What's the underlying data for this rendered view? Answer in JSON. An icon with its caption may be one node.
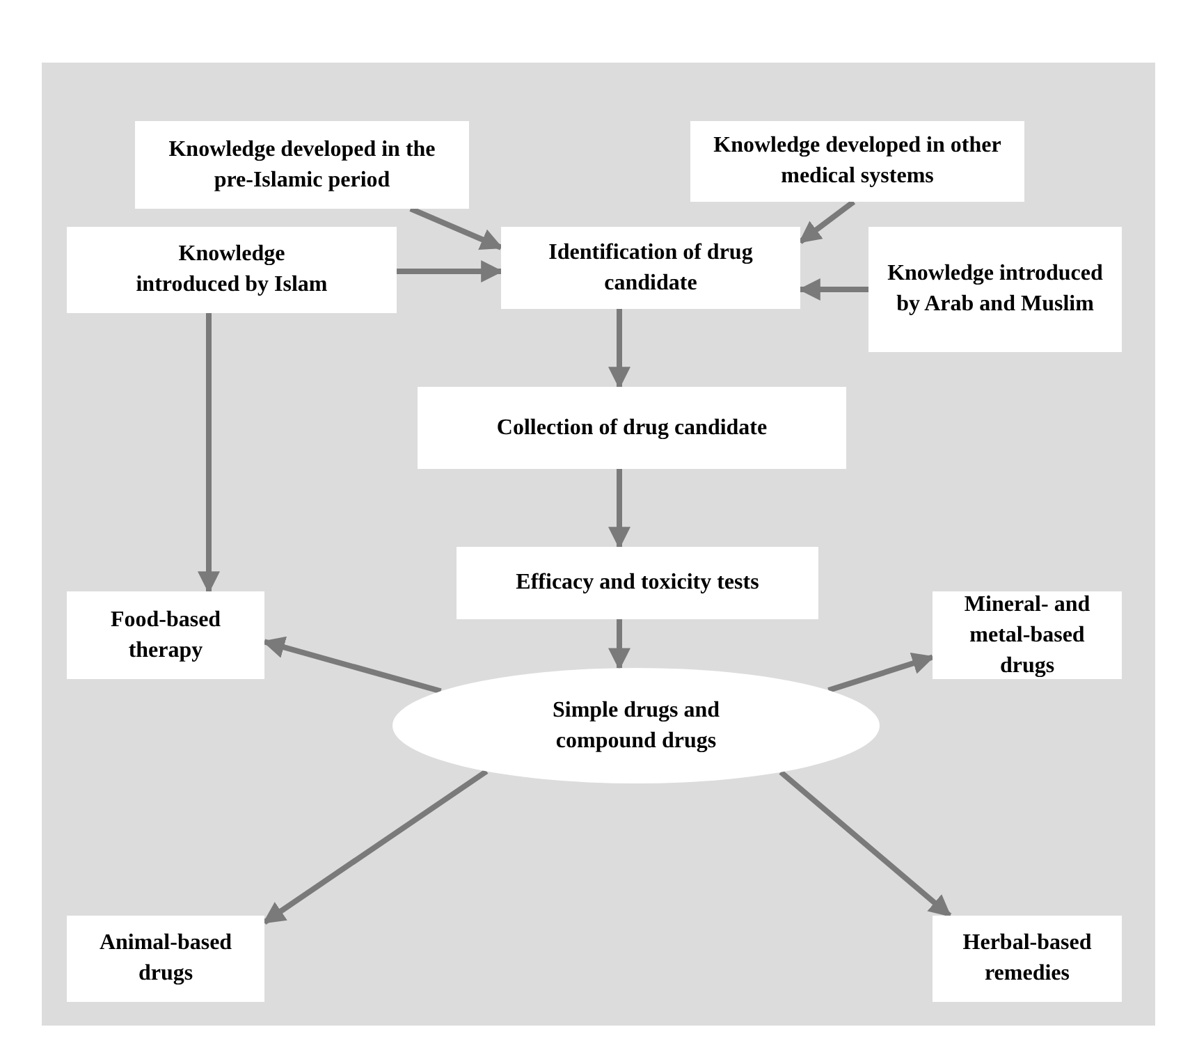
{
  "diagram": {
    "nodes": [
      {
        "text": [
          "Knowledge developed in the pre-Islamic period"
        ]
      },
      {
        "text": [
          "Knowledge developed in other medical systems"
        ]
      },
      {
        "text": [
          "Knowledge introduced by Islam"
        ]
      },
      {
        "text": [
          "Identification of drug candidate"
        ]
      },
      {
        "text": [
          "Knowledge introduced by Arab and Muslim"
        ]
      },
      {
        "text": [
          "Collection of drug candidate"
        ]
      },
      {
        "text": [
          "Efficacy and toxicity tests"
        ]
      },
      {
        "text": [
          "Food-based therapy"
        ]
      },
      {
        "text": [
          "Mineral- and metal-based drugs"
        ]
      },
      {
        "text": [
          "Simple drugs and compound drugs"
        ]
      },
      {
        "text": [
          "Animal-based drugs"
        ]
      },
      {
        "text": [
          "Herbal-based remedies"
        ]
      }
    ],
    "edges": [
      {
        "from": 0,
        "to": 3,
        "arrow": "to"
      },
      {
        "from": 1,
        "to": 3,
        "arrow": "to"
      },
      {
        "from": 2,
        "to": 3,
        "arrow": "to"
      },
      {
        "from": 4,
        "to": 3,
        "arrow": "to"
      },
      {
        "from": 3,
        "to": 5,
        "arrow": "to"
      },
      {
        "from": 5,
        "to": 6,
        "arrow": "to"
      },
      {
        "from": 6,
        "to": 9,
        "arrow": "to"
      },
      {
        "from": 2,
        "to": 7,
        "arrow": "to"
      },
      {
        "from": 9,
        "to": 7,
        "arrow": "to"
      },
      {
        "from": 9,
        "to": 8,
        "arrow": "to"
      },
      {
        "from": 9,
        "to": 10,
        "arrow": "to"
      },
      {
        "from": 9,
        "to": 11,
        "arrow": "to"
      }
    ]
  }
}
